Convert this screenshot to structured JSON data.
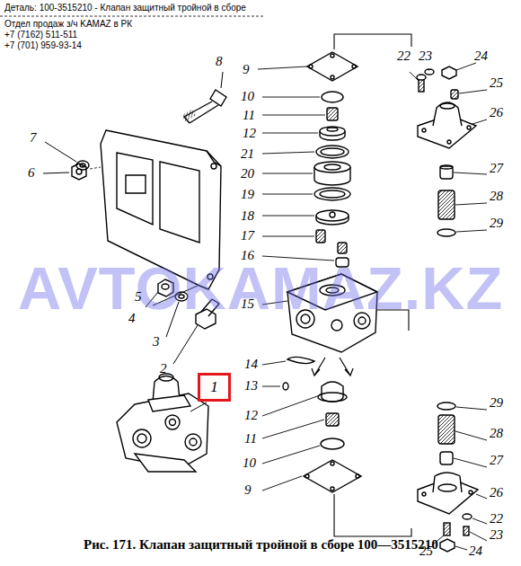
{
  "diagram": {
    "title": "Деталь: 100-3515210 - Клапан защитный тройной в сборе",
    "caption": "Рис. 171. Клапан защитный тройной в сборе 100—3515210",
    "nodes": [
      {
        "text": [
          "1"
        ]
      }
    ],
    "labels": [
      "Отдел продаж з/ч KAMAZ в РК",
      "+7 (7162) 511-511",
      "+7 (701) 959-93-14",
      "AVTOKAMAZ.KZ",
      "8",
      "7",
      "6",
      "5",
      "4",
      "3",
      "2",
      "9",
      "10",
      "11",
      "12",
      "21",
      "20",
      "19",
      "18",
      "17",
      "16",
      "15",
      "14",
      "13",
      "12",
      "11",
      "10",
      "9",
      "22",
      "23",
      "24",
      "25",
      "26",
      "27",
      "28",
      "29",
      "29",
      "28",
      "27",
      "26",
      "22",
      "23",
      "25",
      "24"
    ]
  }
}
